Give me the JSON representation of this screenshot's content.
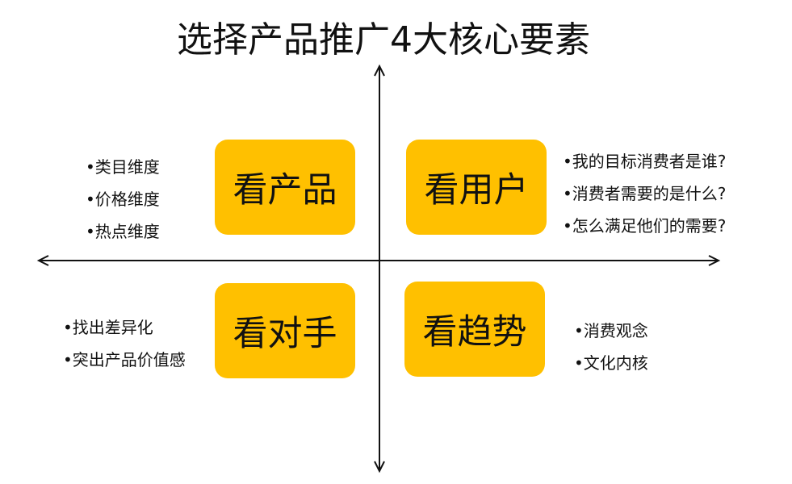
{
  "title": "选择产品推广4大核心要素",
  "accent_color": "#FFC000",
  "quadrants": {
    "top_left": {
      "label": "看产品",
      "bullets": [
        "•类目维度",
        "•价格维度",
        "•热点维度"
      ]
    },
    "top_right": {
      "label": "看用户",
      "bullets": [
        "•我的目标消费者是谁?",
        "•消费者需要的是什么?",
        "•怎么满足他们的需要?"
      ]
    },
    "bottom_left": {
      "label": "看对手",
      "bullets": [
        "•找出差异化",
        "•突出产品价值感"
      ]
    },
    "bottom_right": {
      "label": "看趋势",
      "bullets": [
        "•消费观念",
        "•文化内核"
      ]
    }
  }
}
